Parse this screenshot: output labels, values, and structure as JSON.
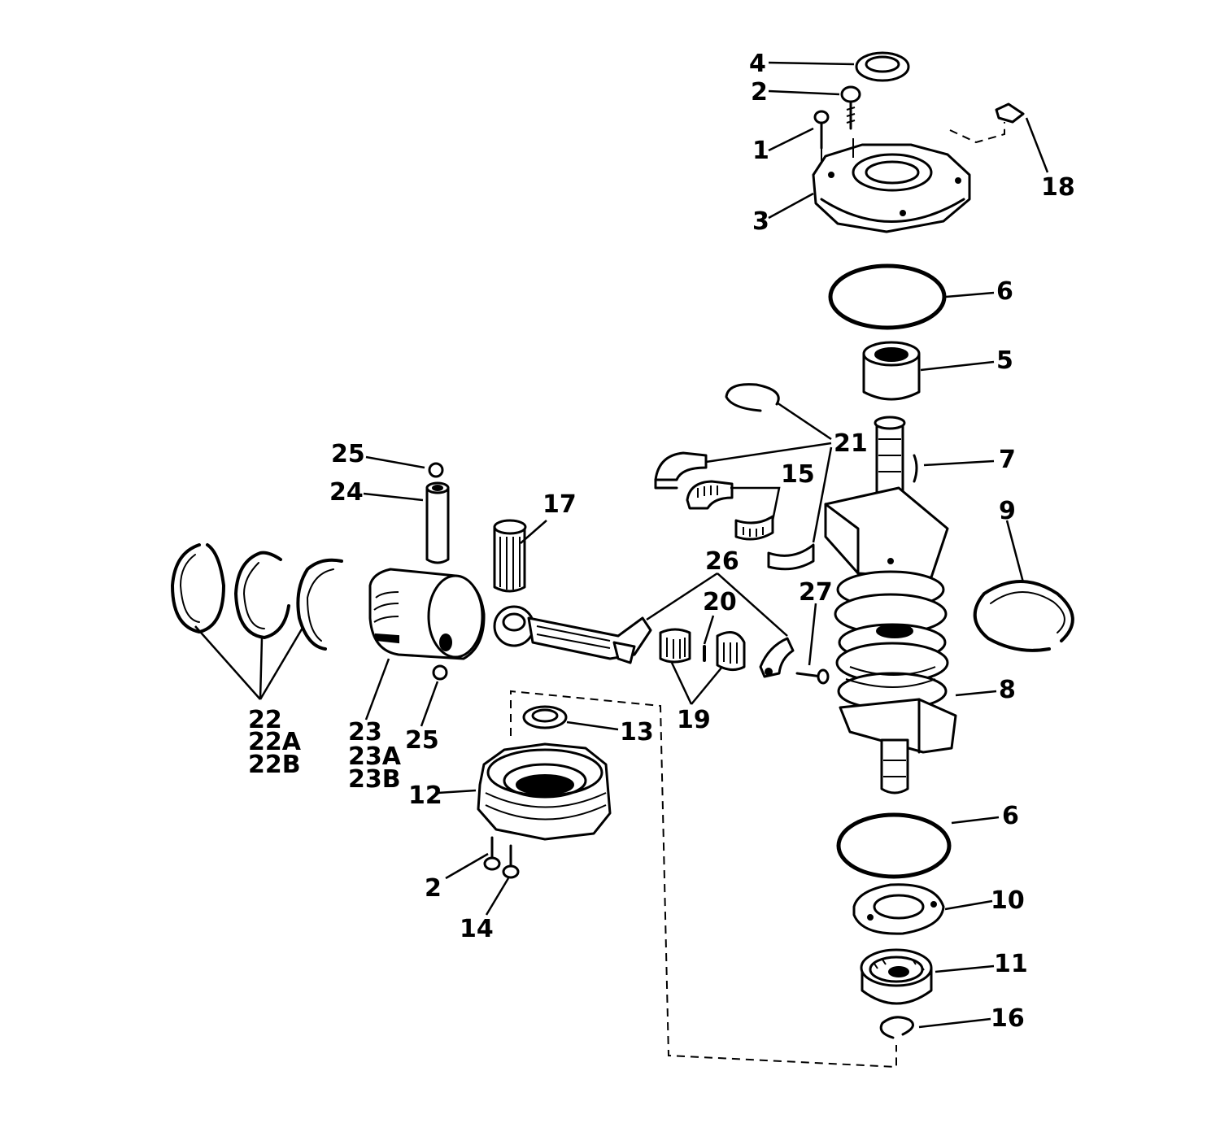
{
  "labels": {
    "l1": "1",
    "l2a": "2",
    "l2b": "2",
    "l3": "3",
    "l4": "4",
    "l5": "5",
    "l6a": "6",
    "l6b": "6",
    "l7": "7",
    "l8": "8",
    "l9": "9",
    "l10": "10",
    "l11": "11",
    "l12": "12",
    "l13": "13",
    "l14": "14",
    "l15": "15",
    "l16": "16",
    "l17": "17",
    "l18": "18",
    "l19": "19",
    "l20": "20",
    "l21": "21",
    "l22": "22",
    "l22a": "22A",
    "l22b": "22B",
    "l23": "23",
    "l23a": "23A",
    "l23b": "23B",
    "l24": "24",
    "l25a": "25",
    "l25b": "25",
    "l26": "26",
    "l27": "27"
  }
}
